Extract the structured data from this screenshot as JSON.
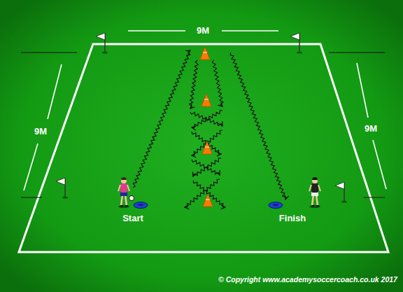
{
  "diagram": {
    "labels": [
      "9M",
      "9M",
      "9M",
      "Start",
      "Finish",
      "© Copyright www.academysoccercoach.co.uk 2017"
    ]
  }
}
